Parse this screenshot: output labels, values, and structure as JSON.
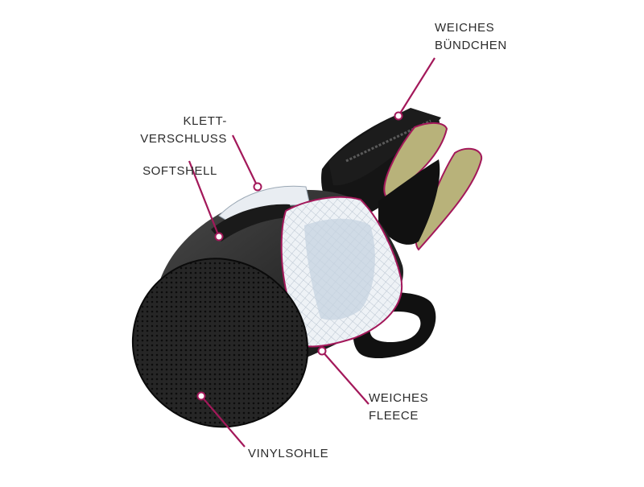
{
  "labels": {
    "weiches_buendchen": [
      "WEICHES",
      "BÜNDCHEN"
    ],
    "klettverschluss": [
      "KLETT-",
      "VERSCHLUSS"
    ],
    "softshell": "SOFTSHELL",
    "weiches_fleece": [
      "WEICHES",
      "FLEECE"
    ],
    "vinylsohle": "VINYLSOHLE"
  },
  "colors": {
    "leader": "#a3185a",
    "boot_body": "#141414",
    "sole": "#1e1e1e",
    "cuff_lining": "#b8b27a",
    "fleece": "#dfe6ee",
    "text": "#2b2b2b"
  }
}
